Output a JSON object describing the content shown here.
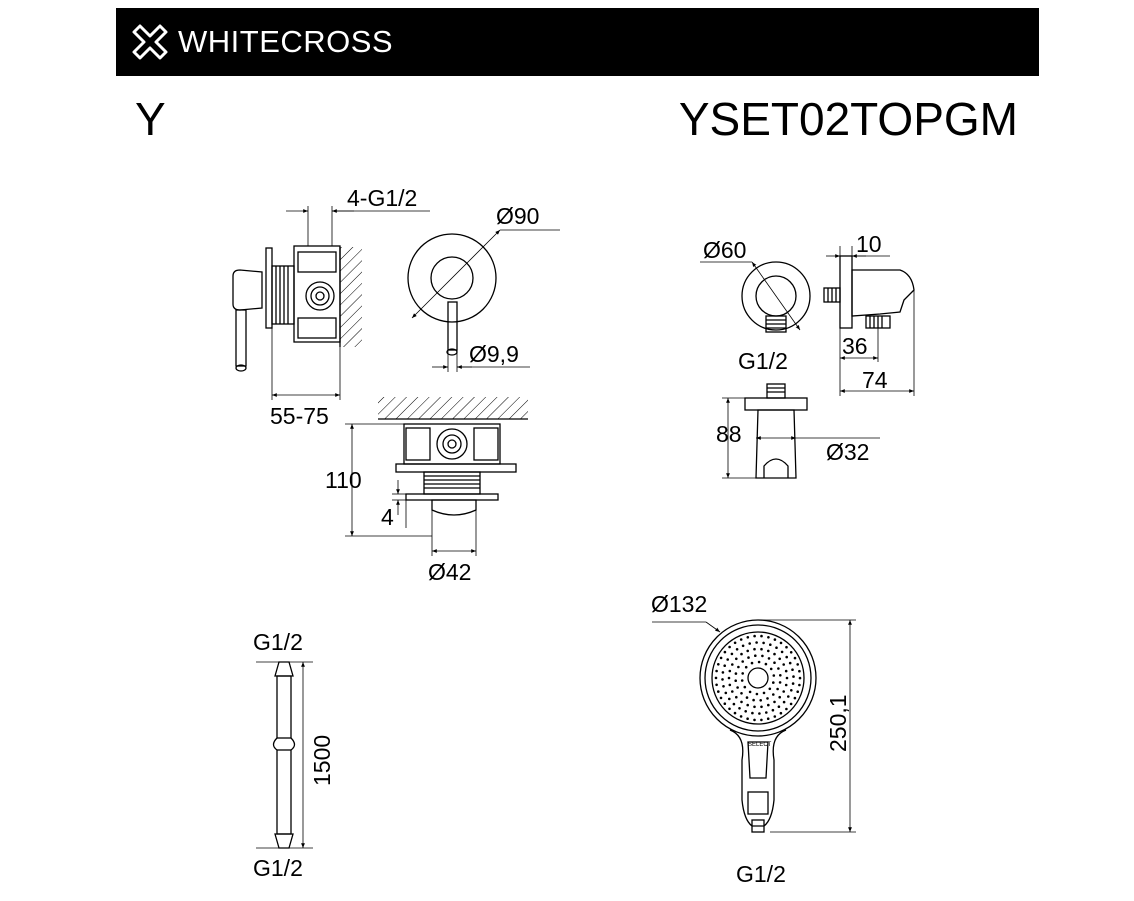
{
  "header": {
    "brand": "WHITECROSS"
  },
  "series_letter": "Y",
  "model_code": "YSET02TOPGM",
  "mixer": {
    "thread_label": "4-G1/2",
    "plate_diameter": "Ø90",
    "lever_diameter": "Ø9,9",
    "wall_depth": "55-75",
    "height": "110",
    "offset": "4",
    "body_diameter": "Ø42"
  },
  "wall_outlet": {
    "diameter": "Ø60",
    "thickness": "10",
    "thread": "G1/2",
    "depth": "36",
    "total_depth": "74",
    "height": "88",
    "holder_diameter": "Ø32"
  },
  "hose": {
    "thread_top": "G1/2",
    "length": "1500",
    "thread_bottom": "G1/2"
  },
  "hand_shower": {
    "diameter": "Ø132",
    "length": "250,1",
    "thread": "G1/2",
    "button_text": "SELECT"
  }
}
